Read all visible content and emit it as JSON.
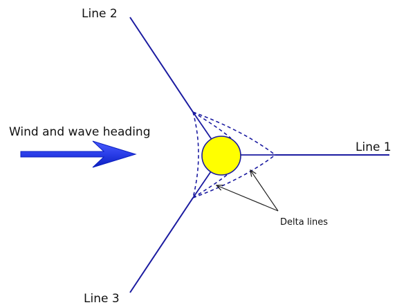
{
  "labels": {
    "line1": "Line 1",
    "line2": "Line 2",
    "line3": "Line 3",
    "wind": "Wind and wave heading",
    "delta": "Delta lines"
  },
  "colors": {
    "mooring_line": "#1a1aa0",
    "delta_line": "#1a1aa0",
    "buoy_fill": "#ffff00",
    "buoy_stroke": "#1a1aa0",
    "arrow_light": "#4a5cff",
    "arrow_dark": "#0b1fbf",
    "pointer": "#222222"
  },
  "icons": {
    "buoy": "yellow-circle",
    "wind_arrow": "blue-right-arrow"
  }
}
